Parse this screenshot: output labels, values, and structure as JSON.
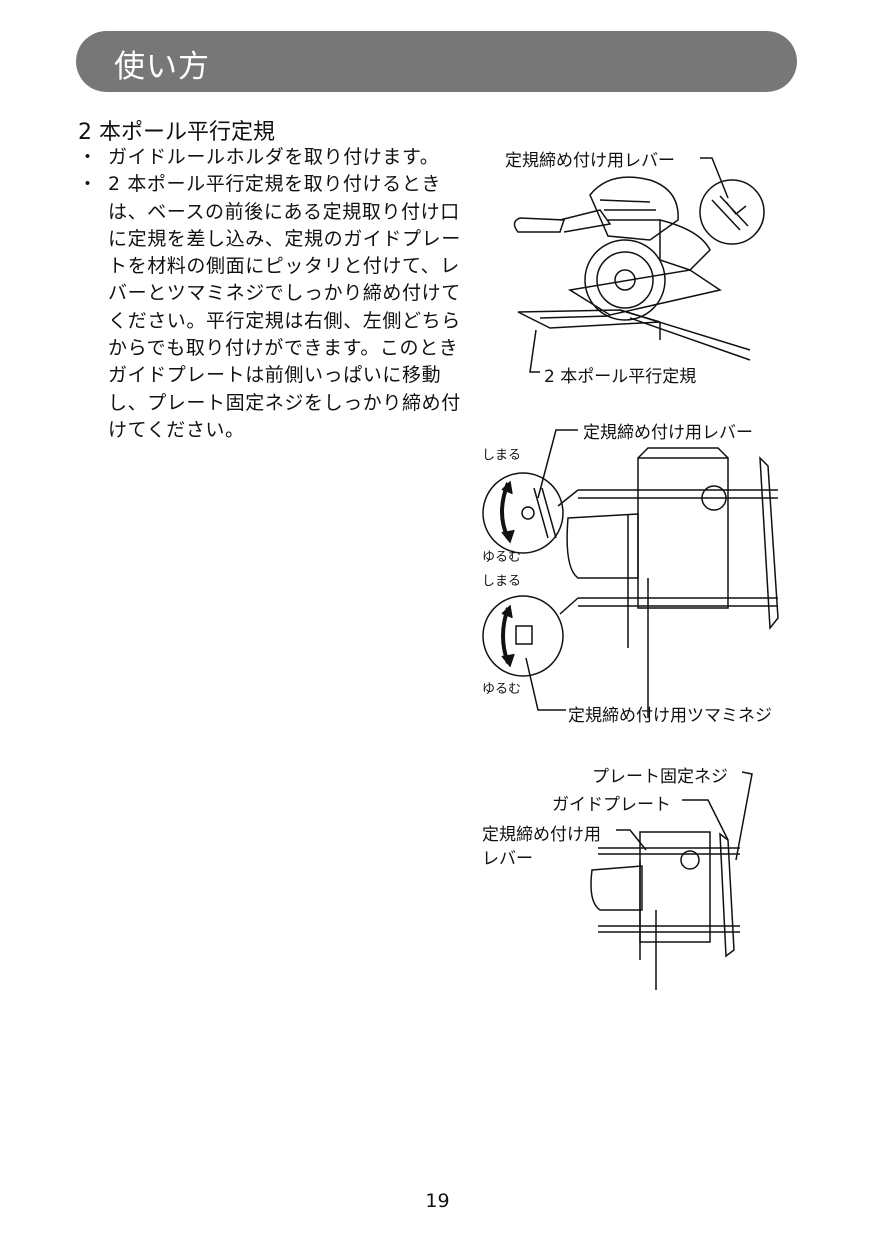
{
  "header": {
    "title": "使い方"
  },
  "section": {
    "title": "2 本ポール平行定規",
    "bullets": [
      {
        "marker": "・",
        "text": "ガイドルールホルダを取り付けます。"
      },
      {
        "marker": "・",
        "text": "2 本ポール平行定規を取り付けるときは、ベースの前後にある定規取り付け口に定規を差し込み、定規のガイドプレートを材料の側面にピッタリと付けて、レバーとツマミネジでしっかり締め付けてください。平行定規は右側、左側どちらからでも取り付けができます。このときガイドプレートは前側いっぱいに移動し、プレート固定ネジをしっかり締め付けてください。"
      }
    ]
  },
  "figure1": {
    "label_lever": "定規締め付け用レバー",
    "label_rule": "2 本ポール平行定規"
  },
  "figure2": {
    "label_lever": "定規締め付け用レバー",
    "label_tighten_top": "しまる",
    "label_loosen_top": "ゆるむ",
    "label_tighten_bottom": "しまる",
    "label_loosen_bottom": "ゆるむ",
    "label_knob": "定規締め付け用ツマミネジ"
  },
  "figure3": {
    "label_screw": "プレート固定ネジ",
    "label_guide": "ガイドプレート",
    "label_lever_line1": "定規締め付け用",
    "label_lever_line2": "レバー"
  },
  "footer": {
    "page_number": "19"
  }
}
